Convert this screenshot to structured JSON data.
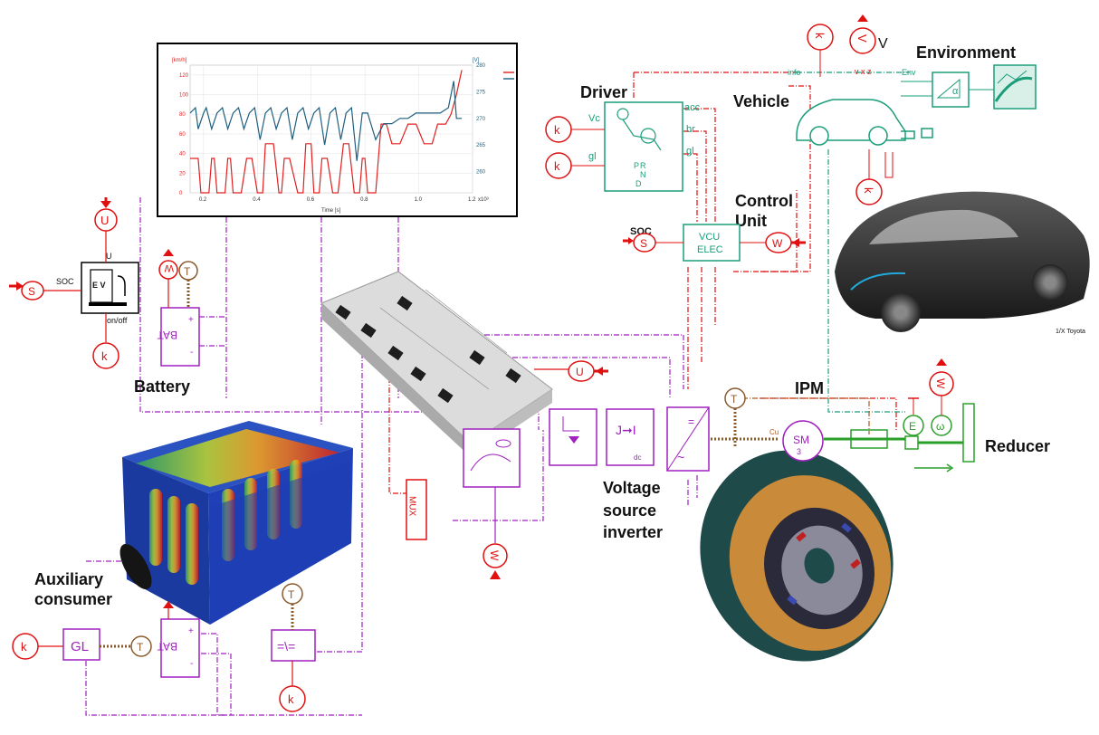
{
  "labels": {
    "battery": "Battery",
    "auxiliary_line1": "Auxiliary",
    "auxiliary_line2": "consumer",
    "driver": "Driver",
    "vehicle": "Vehicle",
    "environment": "Environment",
    "control_line1": "Control",
    "control_line2": "Unit",
    "ipm": "IPM",
    "reducer": "Reducer",
    "vsi_line1": "Voltage",
    "vsi_line2": "source",
    "vsi_line3": "inverter",
    "photo_caption": "1/X Toyota"
  },
  "blocks": {
    "soc": "SOC",
    "ev_letters": "E V",
    "u": "U",
    "onoff": "on/off",
    "bat": "BAT",
    "plus": "+",
    "minus": "-",
    "gl": "GL",
    "mux": "MUX",
    "vcu_line1": "VCU",
    "vcu_line2": "ELEC",
    "soc_vcu": "SOC",
    "drv_vc": "Vc",
    "drv_gl": "gl",
    "drv_acc": "acc",
    "drv_br": "br",
    "drv_gl_out": "gl",
    "drv_p": "P",
    "drv_r": "R",
    "drv_n": "N",
    "drv_d": "D",
    "info": "info",
    "env": "Env",
    "v_label": "V",
    "vxz": "v  x  z",
    "alpha": "α",
    "sm": "SM",
    "sm_phase": "3",
    "cu": "Cu",
    "dcdc": "dc",
    "conv_symbol": "=\\=",
    "w_sym": "W",
    "t_sym": "T",
    "k_sym": "k",
    "s_sym": "S",
    "u_sym": "U",
    "e_sym": "E",
    "omega_sym": "ω"
  },
  "chart_data": {
    "type": "line",
    "xlabel": "Time [s]",
    "x_multiplier": "x10³",
    "left_unit": "[km/h]",
    "right_unit": "[V]",
    "ylim_left": [
      0,
      130
    ],
    "ylim_right": [
      256,
      280
    ],
    "xlim": [
      0.15,
      1.2
    ],
    "x_ticks": [
      "0.2",
      "0.4",
      "0.6",
      "0.8",
      "1.0",
      "1.2"
    ],
    "y_ticks_left": [
      "0",
      "20",
      "40",
      "60",
      "80",
      "100",
      "120"
    ],
    "y_ticks_right": [
      "260",
      "265",
      "270",
      "275",
      "280"
    ],
    "series": [
      {
        "axis": "left",
        "color": "#e02020",
        "x": [
          0.15,
          0.18,
          0.19,
          0.22,
          0.23,
          0.24,
          0.25,
          0.28,
          0.29,
          0.3,
          0.31,
          0.34,
          0.36,
          0.38,
          0.4,
          0.42,
          0.43,
          0.46,
          0.48,
          0.49,
          0.5,
          0.52,
          0.55,
          0.57,
          0.58,
          0.6,
          0.61,
          0.63,
          0.64,
          0.66,
          0.68,
          0.7,
          0.72,
          0.74,
          0.76,
          0.78,
          0.79,
          0.8,
          0.81,
          0.84,
          0.86,
          0.88,
          0.9,
          0.93,
          0.96,
          0.99,
          1.02,
          1.05,
          1.07,
          1.1,
          1.12,
          1.14,
          1.16
        ],
        "y": [
          35,
          35,
          0,
          0,
          35,
          35,
          0,
          0,
          35,
          35,
          0,
          0,
          35,
          35,
          0,
          0,
          50,
          50,
          0,
          0,
          35,
          35,
          0,
          0,
          50,
          50,
          0,
          0,
          35,
          35,
          0,
          0,
          50,
          50,
          0,
          0,
          35,
          35,
          0,
          0,
          70,
          70,
          50,
          50,
          70,
          70,
          50,
          50,
          70,
          70,
          80,
          100,
          125
        ]
      },
      {
        "axis": "right",
        "color": "#1f5f7f",
        "x": [
          0.15,
          0.17,
          0.18,
          0.2,
          0.21,
          0.23,
          0.25,
          0.27,
          0.29,
          0.31,
          0.33,
          0.35,
          0.37,
          0.39,
          0.41,
          0.43,
          0.45,
          0.47,
          0.49,
          0.51,
          0.53,
          0.55,
          0.57,
          0.59,
          0.61,
          0.63,
          0.65,
          0.67,
          0.69,
          0.71,
          0.73,
          0.75,
          0.77,
          0.79,
          0.81,
          0.84,
          0.87,
          0.9,
          0.93,
          0.96,
          0.99,
          1.02,
          1.05,
          1.08,
          1.11,
          1.13,
          1.14,
          1.16
        ],
        "y": [
          271,
          272,
          268,
          271,
          272,
          268,
          271,
          272,
          268,
          271,
          272,
          268,
          271,
          272,
          266,
          271,
          272,
          268,
          271,
          272,
          266,
          271,
          272,
          268,
          271,
          272,
          265,
          271,
          272,
          266,
          271,
          272,
          262,
          271,
          271,
          266,
          269,
          269,
          270,
          270,
          271,
          271,
          271,
          271,
          272,
          277,
          270,
          270
        ]
      }
    ]
  }
}
